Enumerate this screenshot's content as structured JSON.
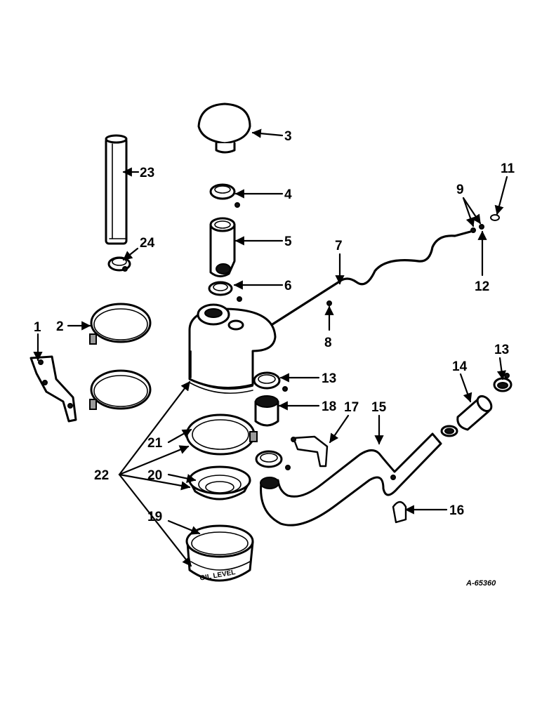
{
  "callouts": {
    "c1": "1",
    "c2": "2",
    "c3": "3",
    "c4": "4",
    "c5": "5",
    "c6": "6",
    "c7": "7",
    "c8": "8",
    "c9": "9",
    "c11": "11",
    "c12": "12",
    "c13a": "13",
    "c13b": "13",
    "c14": "14",
    "c15": "15",
    "c16": "16",
    "c17": "17",
    "c18": "18",
    "c19": "19",
    "c20": "20",
    "c21": "21",
    "c22": "22",
    "c23": "23",
    "c24": "24"
  },
  "drawing_code": "A-65360",
  "band_text": "OIL LEVEL"
}
